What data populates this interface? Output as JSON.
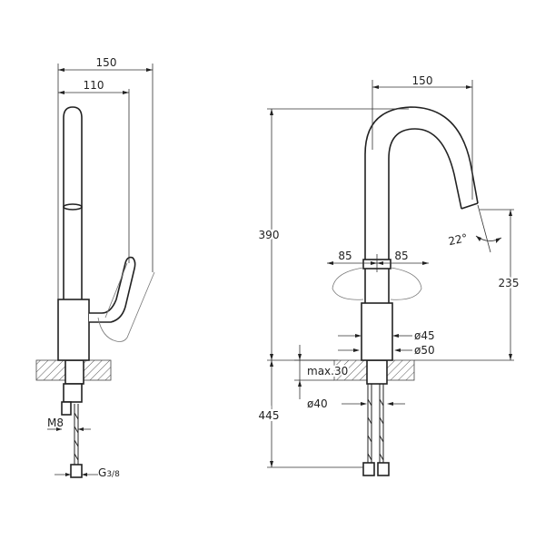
{
  "dimensions": {
    "side_reach_overall": "150",
    "side_reach_spout": "110",
    "thread_inlet": "M8",
    "thread_hose_main": "G",
    "thread_hose_fraction": "3/8",
    "front_reach": "150",
    "height_total": "390",
    "spout_angle": "22°",
    "lever_left": "85",
    "lever_right": "85",
    "spout_height": "235",
    "body_diameter_small": "ø45",
    "body_diameter_large": "ø50",
    "counter_thickness": "max.30",
    "hole_diameter": "ø40",
    "hose_length": "445"
  }
}
